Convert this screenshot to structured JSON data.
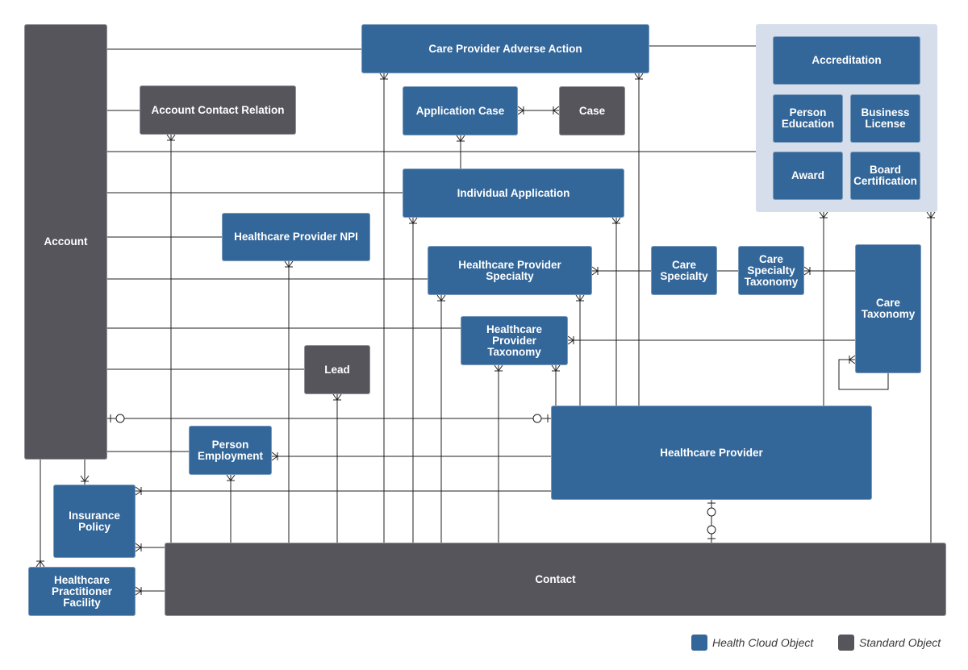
{
  "colors": {
    "health_cloud": "#336699",
    "standard": "#56555c",
    "line": "#1f1f1f",
    "group_background": "#d5deea"
  },
  "objects": {
    "account": "Account",
    "account_contact_relation": "Account Contact Relation",
    "care_provider_adverse_action": "Care Provider Adverse Action",
    "application_case": "Application Case",
    "case": "Case",
    "individual_application": "Individual Application",
    "healthcare_provider_npi": "Healthcare Provider NPI",
    "healthcare_provider_specialty": "Healthcare Provider\nSpecialty",
    "care_specialty": "Care\nSpecialty",
    "care_specialty_taxonomy": "Care\nSpecialty\nTaxonomy",
    "care_taxonomy": "Care\nTaxonomy",
    "healthcare_provider_taxonomy": "Healthcare\nProvider\nTaxonomy",
    "lead": "Lead",
    "healthcare_provider": "Healthcare Provider",
    "person_employment": "Person\nEmployment",
    "insurance_policy": "Insurance\nPolicy",
    "healthcare_practitioner_facility": "Healthcare\nPractitioner\nFacility",
    "contact": "Contact",
    "accreditation": "Accreditation",
    "person_education": "Person\nEducation",
    "business_license": "Business\nLicense",
    "award": "Award",
    "board_certification": "Board\nCertification"
  },
  "legend": {
    "health_cloud": "Health Cloud Object",
    "standard": "Standard Object"
  }
}
